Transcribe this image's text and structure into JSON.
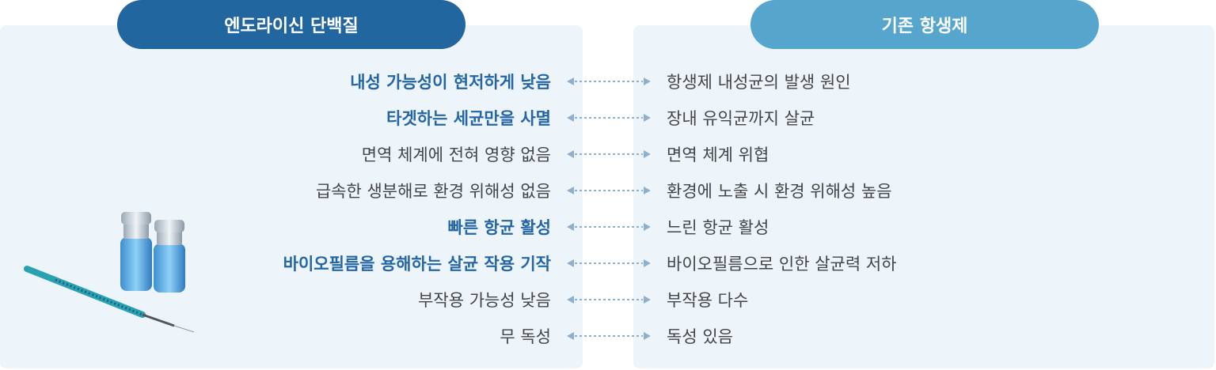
{
  "left_header": "엔도라이신 단백질",
  "right_header": "기존 항생제",
  "rows": [
    {
      "left": "내성 가능성이 현저하게 낮음",
      "right": "항생제 내성균의 발생 원인",
      "bold": true
    },
    {
      "left": "타겟하는 세균만을 사멸",
      "right": "장내 유익균까지 살균",
      "bold": true
    },
    {
      "left": "면역 체계에 전혀 영향 없음",
      "right": "면역 체계 위협",
      "bold": false
    },
    {
      "left": "급속한 생분해로 환경 위해성 없음",
      "right": "환경에 노출 시 환경 위해성 높음",
      "bold": false
    },
    {
      "left": "빠른 항균 활성",
      "right": "느린 항균 활성",
      "bold": true
    },
    {
      "left": "바이오필름을 용해하는 살균 작용 기작",
      "right": "바이오필름으로 인한 살균력 저하",
      "bold": true
    },
    {
      "left": "부작용 가능성 낮음",
      "right": "부작용 다수",
      "bold": false
    },
    {
      "left": "무 독성",
      "right": "독성 있음",
      "bold": false
    }
  ],
  "colors": {
    "primary": "#2266a0",
    "secondary": "#55a5cc",
    "panel": "#edf5fb",
    "arrow": "#8fb0cc"
  }
}
